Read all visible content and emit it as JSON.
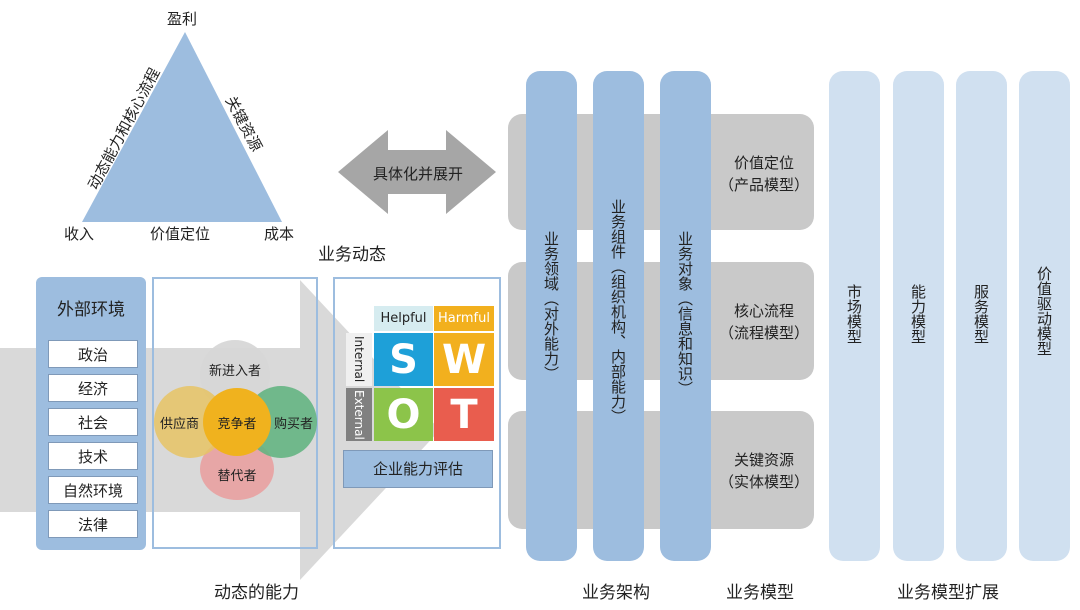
{
  "triangle": {
    "top": "盈利",
    "left_bottom": "收入",
    "right_bottom": "成本",
    "bottom_mid": "价值定位",
    "left_edge": "动态能力和核心流程",
    "right_edge": "关键资源"
  },
  "arrow_label": "具体化并展开",
  "business_dynamics_label": "业务动态",
  "external_env": {
    "title": "外部环境",
    "items": [
      "政治",
      "经济",
      "社会",
      "技术",
      "自然环境",
      "法律"
    ]
  },
  "competition": {
    "top": "新进入者",
    "left": "供应商",
    "center": "竞争者",
    "right": "购买者",
    "bottom": "替代者"
  },
  "swot": {
    "helpful": "Helpful",
    "harmful": "Harmful",
    "internal": "Internal",
    "external": "External",
    "s": "S",
    "w": "W",
    "o": "O",
    "t": "T",
    "caption": "企业能力评估"
  },
  "dynamic_capability_label": "动态的能力",
  "architecture": {
    "col1": "业务领域（对外能力）",
    "col2": "业务组件（组织机构、内部能力）",
    "col3": "业务对象（信息和知识）",
    "label": "业务架构"
  },
  "models": {
    "items": [
      {
        "line1": "价值定位",
        "line2": "（产品模型）"
      },
      {
        "line1": "核心流程",
        "line2": "（流程模型）"
      },
      {
        "line1": "关键资源",
        "line2": "（实体模型）"
      }
    ],
    "label": "业务模型"
  },
  "extension": {
    "cols": [
      "市场模型",
      "能力模型",
      "服务模型",
      "价值驱动模型"
    ],
    "label": "业务模型扩展"
  },
  "colors": {
    "triangle_blue": "#9dbddf",
    "dark_blue": "#7fa3cc",
    "swot_s": "#1ea0d8",
    "swot_w": "#f2b01e",
    "swot_o": "#8cc44a",
    "swot_t": "#e95d4e"
  }
}
